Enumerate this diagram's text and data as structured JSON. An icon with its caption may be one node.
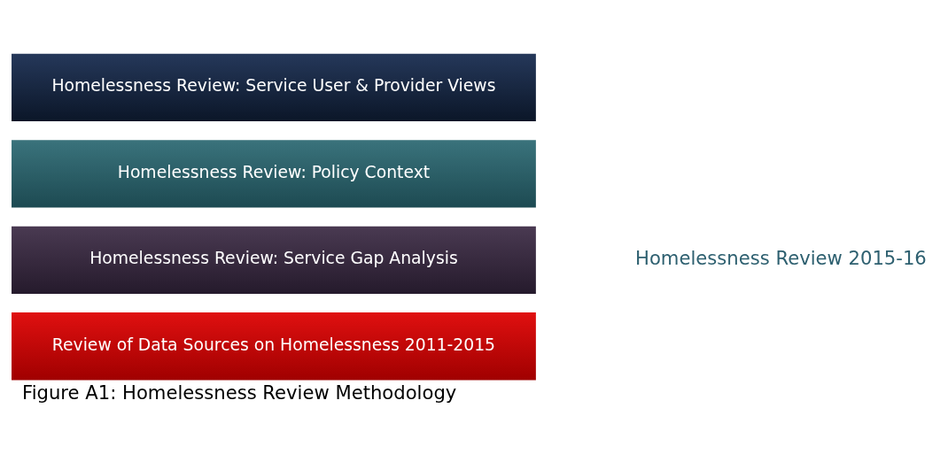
{
  "diagram": {
    "caption": "Figure A1: Homelessness Review Methodology",
    "nodes": [
      {
        "text": [
          "Review of Data Sources on Homelessness 2011-2015"
        ]
      },
      {
        "text": [
          "Homelessness Review: Service Gap Analysis"
        ]
      },
      {
        "text": [
          "Homelessness Review: Policy Context"
        ]
      },
      {
        "text": [
          "Homelessness Review: Service User & Provider Views"
        ]
      }
    ],
    "labels": [
      "Homelessness Review 2015-16"
    ]
  }
}
